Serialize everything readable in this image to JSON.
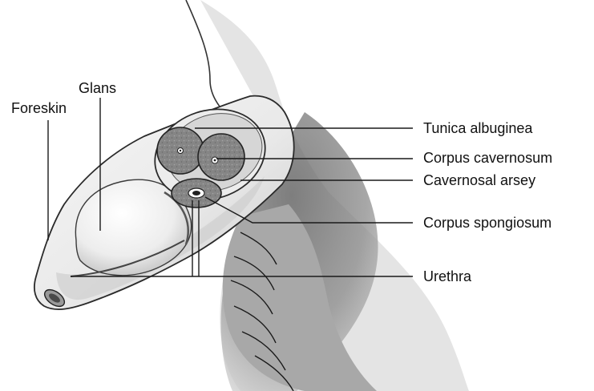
{
  "labels": {
    "glans": "Glans",
    "foreskin": "Foreskin",
    "tunica_albuginea": "Tunica albuginea",
    "corpus_cavernosum": "Corpus cavernosum",
    "cavernosal_artery": "Cavernosal arsey",
    "corpus_spongiosum": "Corpus spongiosum",
    "urethra": "Urethra"
  },
  "colors": {
    "skin_fill": "#f2f2f2",
    "shadow": "#8e8e8e",
    "tissue": "#7c7c7c",
    "outline": "#222222"
  }
}
